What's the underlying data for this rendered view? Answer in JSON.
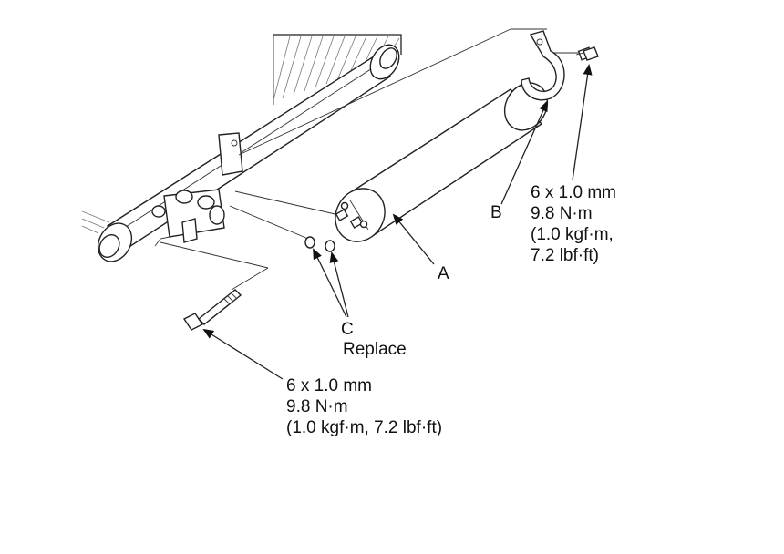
{
  "callouts": {
    "a": "A",
    "b": "B",
    "c": "C",
    "c_note": "Replace"
  },
  "bracket_bolt_spec": {
    "size": "6 x 1.0 mm",
    "torque": "9.8 N·m",
    "line3": "(1.0 kgf·m,",
    "line4": "7.2 lbf·ft)"
  },
  "mount_bolt_spec": {
    "size": "6 x 1.0 mm",
    "torque": "9.8 N·m",
    "line3": "(1.0 kgf·m, 7.2 lbf·ft)"
  }
}
